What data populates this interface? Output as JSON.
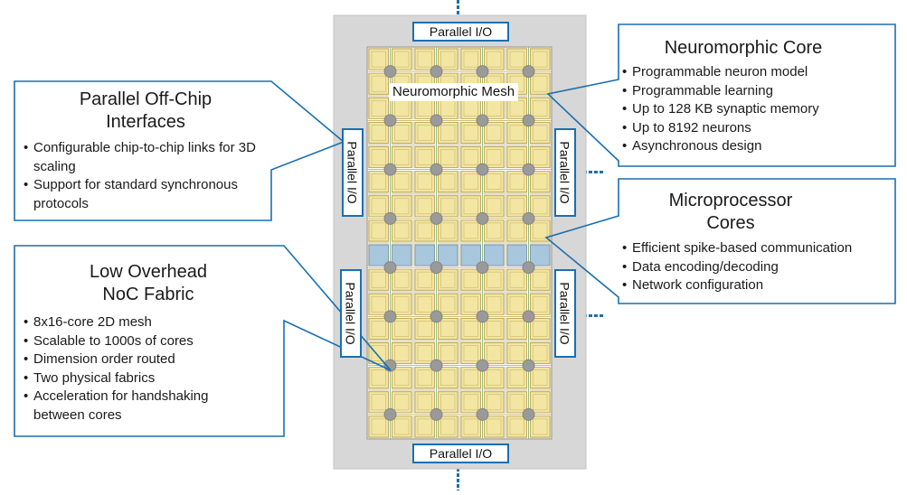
{
  "colors": {
    "callout_border": "#1a6fb0",
    "die_background": "#d7d7d7",
    "core_tile": "#f3e6a2",
    "router_node": "#9a9a9a",
    "microprocessor_tile": "#a8c6dc"
  },
  "chip": {
    "mesh_label": "Neuromorphic Mesh",
    "io_top": "Parallel I/O",
    "io_bottom": "Parallel I/O",
    "io_left_upper": "Parallel I/O",
    "io_left_lower": "Parallel I/O",
    "io_right_upper": "Parallel I/O",
    "io_right_lower": "Parallel I/O"
  },
  "callouts": {
    "off_chip": {
      "title_line1": "Parallel Off-Chip",
      "title_line2": "Interfaces",
      "bullets": [
        "Configurable chip-to-chip links for 3D scaling",
        "Support for standard synchronous protocols"
      ]
    },
    "noc": {
      "title_line1": "Low Overhead",
      "title_line2": "NoC Fabric",
      "bullets": [
        "8x16-core 2D mesh",
        "Scalable to 1000s of cores",
        "Dimension order routed",
        "Two physical fabrics",
        "Acceleration for handshaking between cores"
      ]
    },
    "neuro_core": {
      "title_line1": "Neuromorphic Core",
      "bullets": [
        "Programmable neuron model",
        "Programmable learning",
        "Up to 128 KB synaptic memory",
        "Up to 8192 neurons",
        "Asynchronous design"
      ]
    },
    "micro": {
      "title_line1": "Microprocessor",
      "title_line2": "Cores",
      "bullets": [
        "Efficient spike-based communication",
        "Data encoding/decoding",
        "Network configuration"
      ]
    }
  }
}
